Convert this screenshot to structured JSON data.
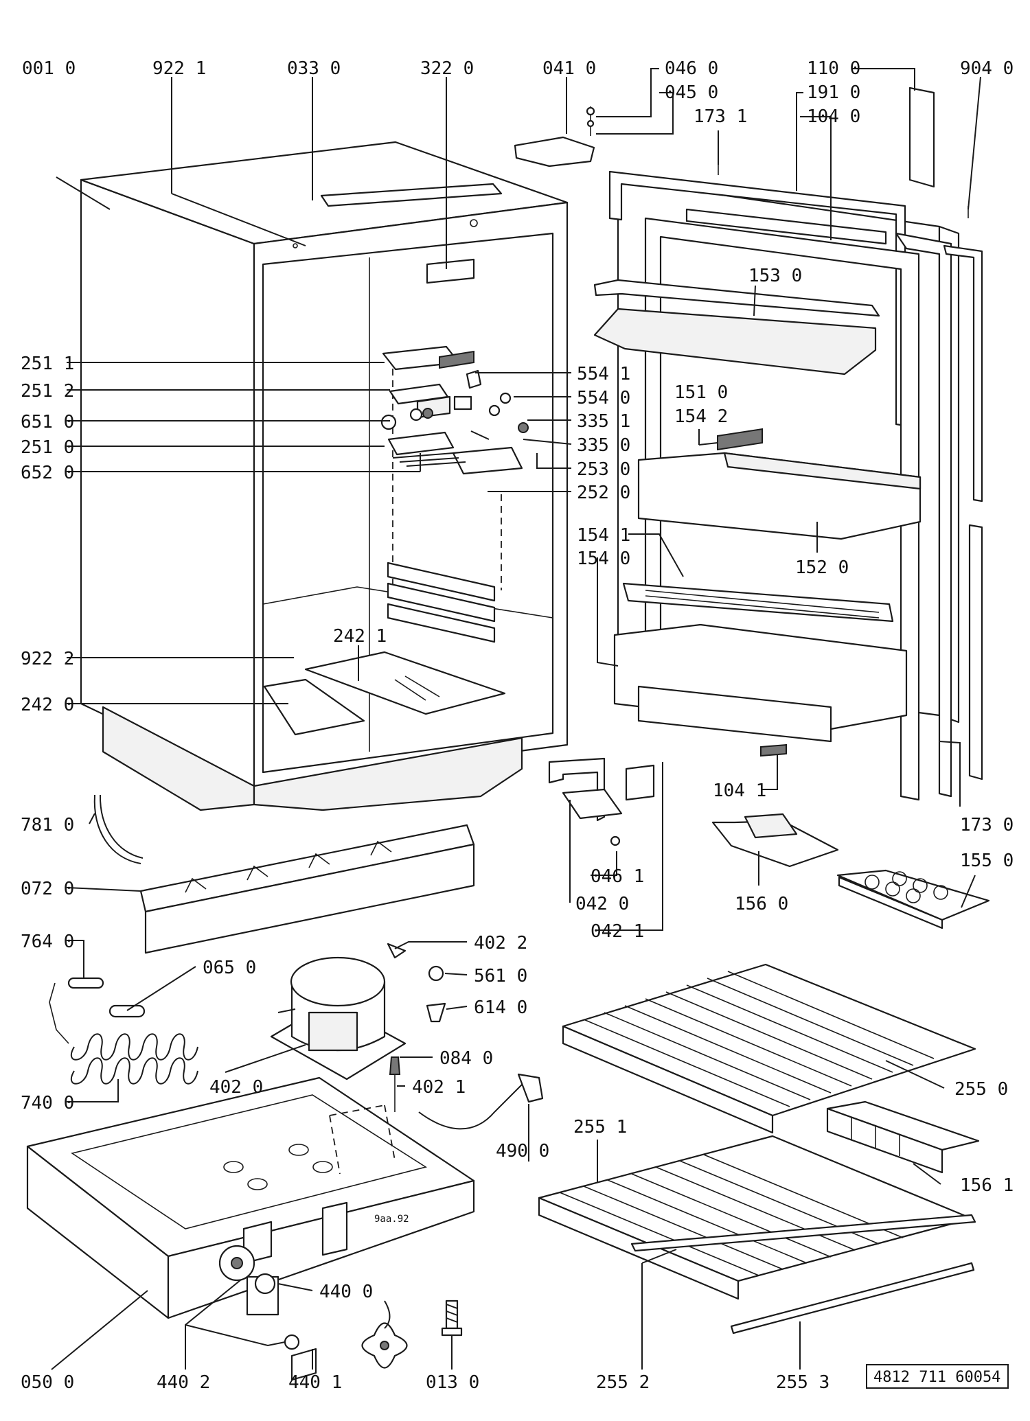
{
  "document_number": "4812 711 60054",
  "diagram_stamp": "9aa.92",
  "part_labels": {
    "p0010": "001 0",
    "p9221": "922 1",
    "p0330": "033 0",
    "p3220": "322 0",
    "p0410": "041 0",
    "p0460": "046 0",
    "p0450": "045 0",
    "p1731": "173 1",
    "p1100": "110 0",
    "p1910": "191 0",
    "p1040": "104 0",
    "p9040": "904 0",
    "p1530": "153 0",
    "p2511": "251 1",
    "p5541": "554 1",
    "p2512": "251 2",
    "p5540": "554 0",
    "p1510": "151 0",
    "p6510": "651 0",
    "p3351": "335 1",
    "p1542": "154 2",
    "p2510": "251 0",
    "p3350": "335 0",
    "p6520": "652 0",
    "p2530": "253 0",
    "p2520": "252 0",
    "p1541": "154 1",
    "p1540": "154 0",
    "p1520": "152 0",
    "p9222": "922 2",
    "p2421": "242 1",
    "p2420": "242 0",
    "p1041": "104 1",
    "p7810": "781 0",
    "p1730": "173 0",
    "p0720": "072 0",
    "p0461": "046 1",
    "p1550": "155 0",
    "p0420": "042 0",
    "p1560": "156 0",
    "p0421": "042 1",
    "p7640": "764 0",
    "p4022": "402 2",
    "p0650": "065 0",
    "p5610": "561 0",
    "p6140": "614 0",
    "p0840": "084 0",
    "p4020": "402 0",
    "p4021": "402 1",
    "p2550": "255 0",
    "p7400": "740 0",
    "p2551": "255 1",
    "p4900": "490 0",
    "p1561": "156 1",
    "p4400": "440 0",
    "p0500": "050 0",
    "p4402": "440 2",
    "p4401": "440 1",
    "p0130": "013 0",
    "p2552": "255 2",
    "p2553": "255 3"
  }
}
